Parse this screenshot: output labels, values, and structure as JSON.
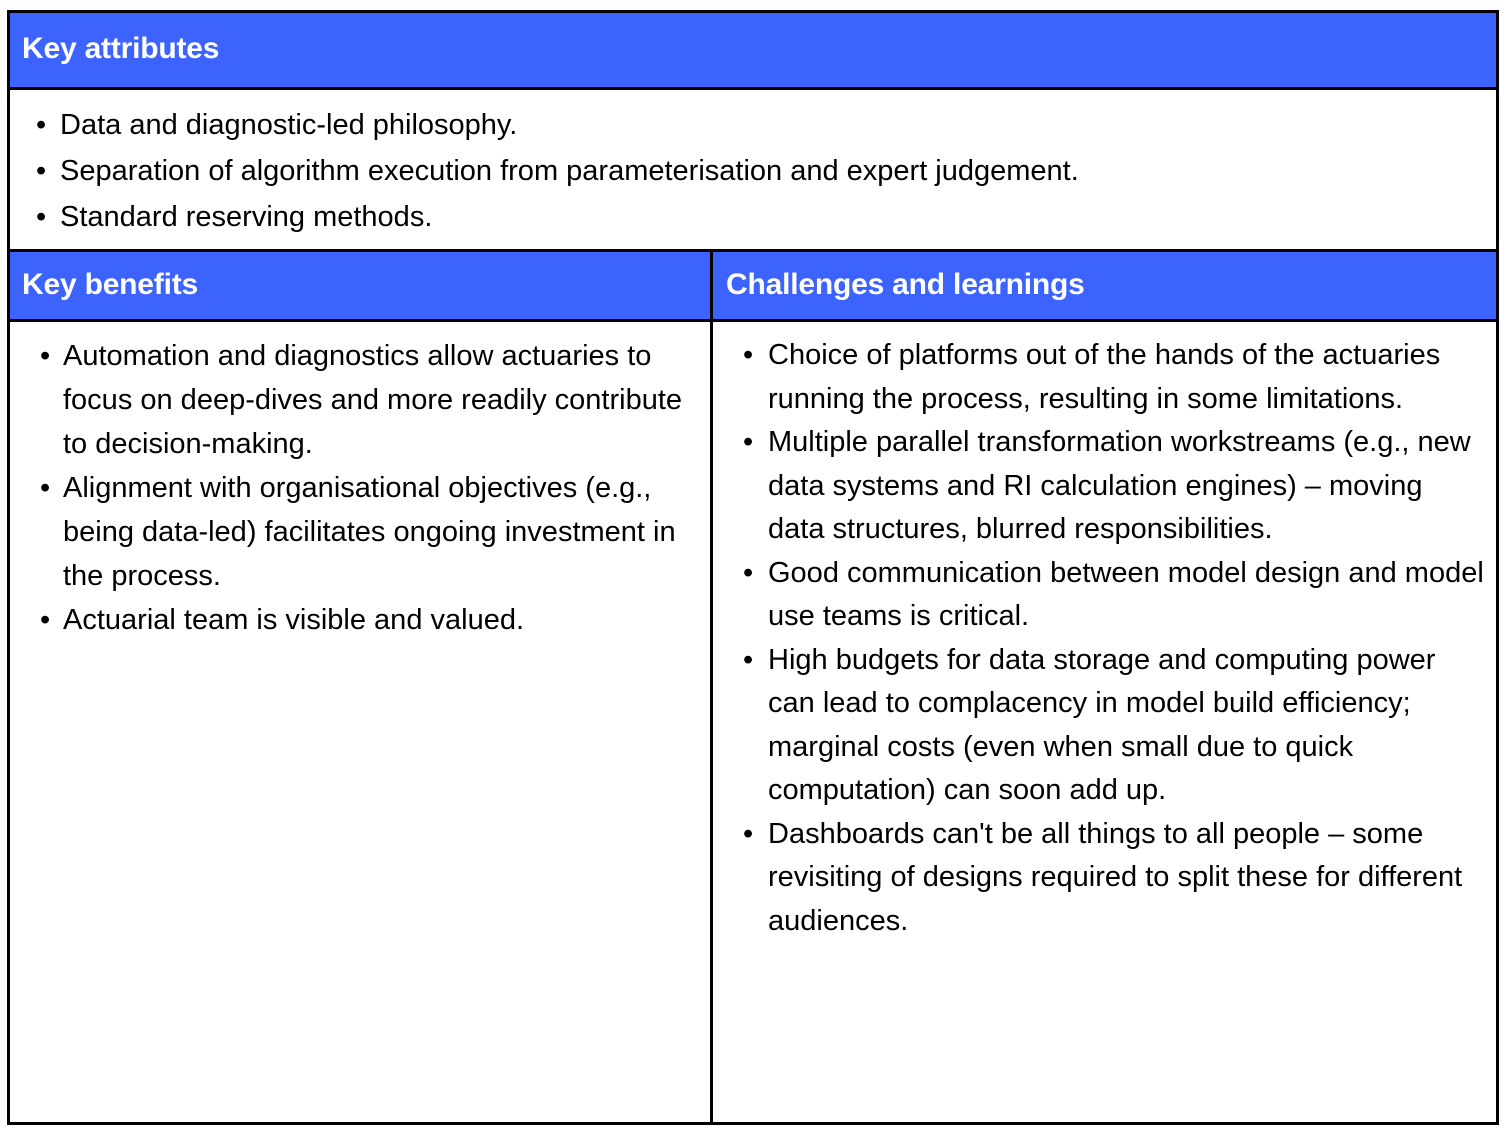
{
  "colors": {
    "header_background": "#3c63fd",
    "header_text": "#ffffff",
    "border": "#000000",
    "body_background": "#ffffff",
    "body_text": "#000000"
  },
  "table": {
    "sections": {
      "key_attributes": {
        "header": "Key attributes",
        "bullets": [
          "Data and diagnostic-led philosophy.",
          "Separation of algorithm execution from parameterisation and expert judgement.",
          "Standard reserving methods."
        ]
      },
      "key_benefits": {
        "header": "Key benefits",
        "bullets": [
          "Automation and diagnostics allow actuaries to focus on deep-dives and more readily contribute to decision-making.",
          "Alignment with organisational objectives (e.g., being data-led) facilitates ongoing investment in the process.",
          "Actuarial team is visible and valued."
        ]
      },
      "challenges_and_learnings": {
        "header": "Challenges and learnings",
        "bullets": [
          "Choice of platforms out of the hands of the actuaries running the process, resulting in some limitations.",
          "Multiple parallel transformation workstreams (e.g., new data systems and RI calculation engines) – moving data structures, blurred responsibilities.",
          "Good communication between model design and model use teams is critical.",
          "High budgets for data storage and computing power can lead to complacency in model build efficiency; marginal costs (even when small due to quick computation) can soon add up.",
          "Dashboards can't be all things to all people – some revisiting of designs required to split these for different audiences."
        ]
      }
    }
  }
}
